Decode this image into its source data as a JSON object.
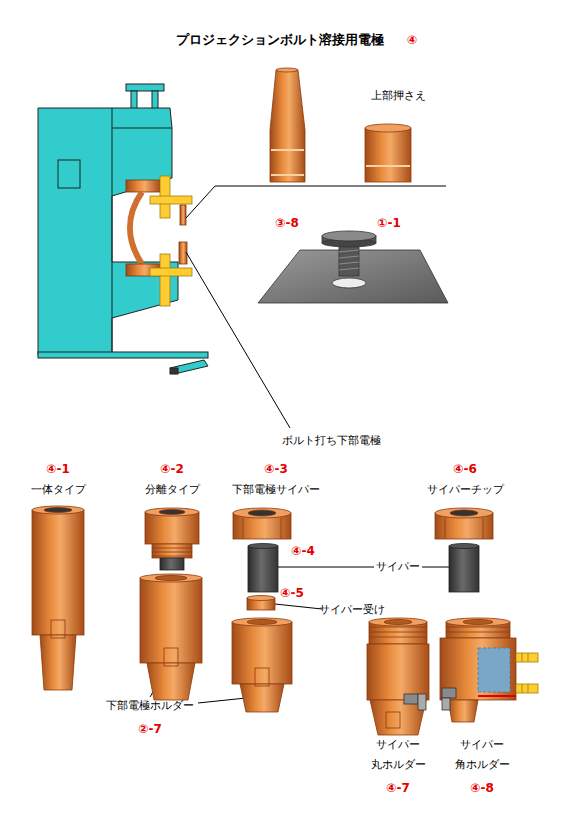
{
  "diagram": {
    "title": "プロジェクションボルト溶接用電極",
    "labels": [
      "④",
      "上部押さえ",
      "③-8",
      "①-1",
      "ボルト打ち下部電極",
      "④-1",
      "一体タイプ",
      "④-2",
      "分離タイプ",
      "④-3",
      "下部電極サイパー",
      "④-6",
      "サイパーチップ",
      "④-4",
      "サイパー",
      "④-5",
      "サイパー受け",
      "下部電極ホルダー",
      "②-7",
      "サイパー 丸ホルダー",
      "④-7",
      "サイパー 角ホルダー",
      "④-8"
    ]
  }
}
